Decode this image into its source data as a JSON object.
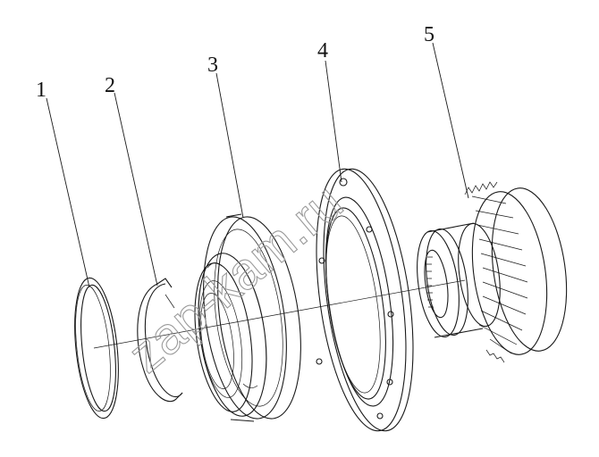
{
  "diagram": {
    "callouts": [
      {
        "id": "1",
        "label": "1"
      },
      {
        "id": "2",
        "label": "2"
      },
      {
        "id": "3",
        "label": "3"
      },
      {
        "id": "4",
        "label": "4"
      },
      {
        "id": "5",
        "label": "5"
      }
    ],
    "watermark": "zap-kam.ru"
  },
  "colors": {
    "line": "#1a1a1a",
    "watermark": "#9a9a9a",
    "background": "#ffffff"
  }
}
